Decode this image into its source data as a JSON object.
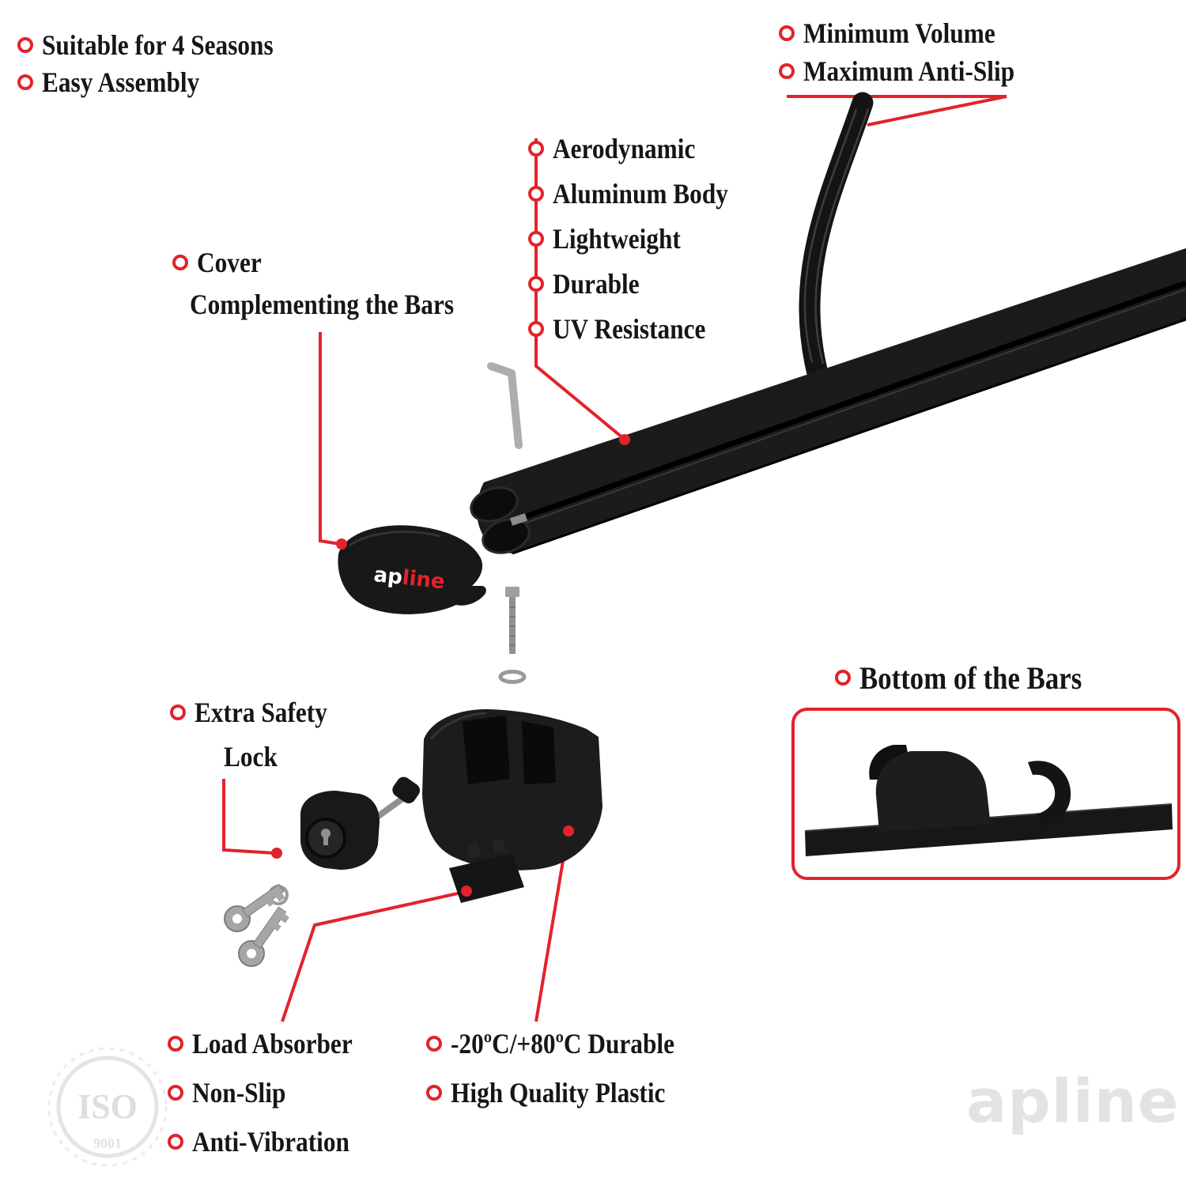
{
  "colors": {
    "accent_red": "#e2232a",
    "ink_black": "#161616",
    "part_black": "#1b1b1b",
    "metal_gray": "#a6a6a6",
    "watermark_gray": "#e3e3e3"
  },
  "labels": {
    "top_left": [
      "Suitable for 4 Seasons",
      "Easy Assembly"
    ],
    "top_right": [
      "Minimum Volume",
      "Maximum Anti-Slip"
    ],
    "bar_features": [
      "Aerodynamic",
      "Aluminum Body",
      "Lightweight",
      "Durable",
      "UV Resistance"
    ],
    "cover_line1": "Cover",
    "cover_line2": "Complementing the Bars",
    "lock_line1": "Extra Safety",
    "lock_line2": "Lock",
    "bottom_of_bars": "Bottom of the Bars",
    "foot_features": [
      "Load Absorber",
      "Non-Slip",
      "Anti-Vibration"
    ],
    "plastic_features": [
      "-20ºC/+80ºC Durable",
      "High Quality Plastic"
    ]
  },
  "brand": {
    "ap": "ap",
    "line": "line"
  },
  "watermarks": {
    "brand": "apline",
    "iso_line1": "ISO",
    "iso_line2": "9001"
  }
}
